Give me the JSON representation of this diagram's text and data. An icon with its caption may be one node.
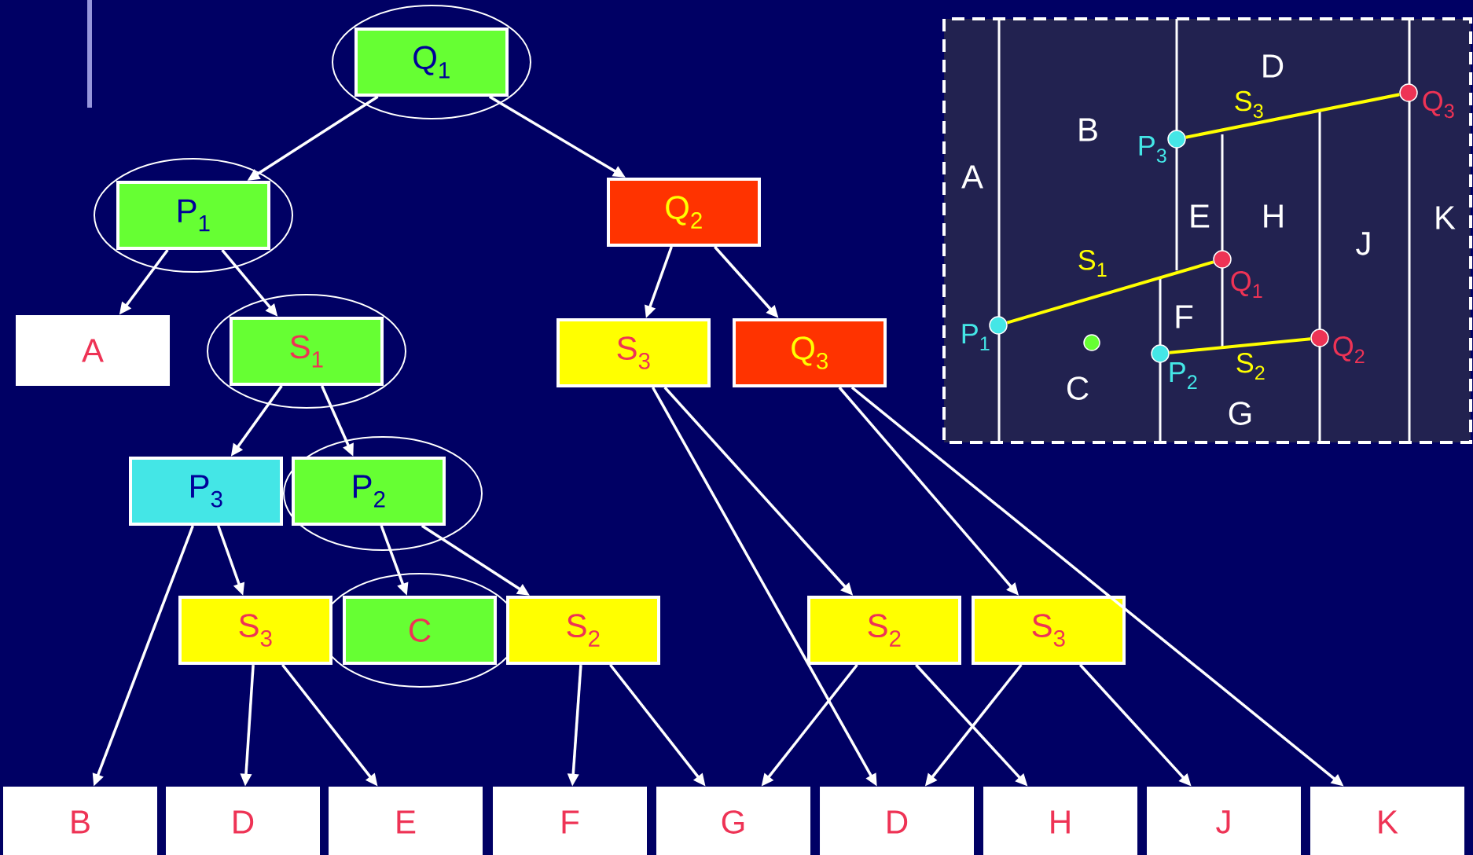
{
  "diagram": {
    "nodes": [
      {
        "text": [
          "Q$_{1}$"
        ]
      },
      {
        "text": [
          "P$_{1}$"
        ]
      },
      {
        "text": [
          "Q$_{2}$"
        ]
      },
      {
        "text": [
          "A"
        ]
      },
      {
        "text": [
          "S$_{1}$"
        ]
      },
      {
        "text": [
          "S$_{3}$"
        ]
      },
      {
        "text": [
          "Q$_{3}$"
        ]
      },
      {
        "text": [
          "P$_{3}$"
        ]
      },
      {
        "text": [
          "P$_{2}$"
        ]
      },
      {
        "text": [
          "S$_{3}$"
        ]
      },
      {
        "text": [
          "C"
        ]
      },
      {
        "text": [
          "S$_{2}$"
        ]
      },
      {
        "text": [
          "S$_{2}$"
        ]
      },
      {
        "text": [
          "S$_{3}$"
        ]
      },
      {
        "text": [
          "B"
        ]
      },
      {
        "text": [
          "D"
        ]
      },
      {
        "text": [
          "E"
        ]
      },
      {
        "text": [
          "F"
        ]
      },
      {
        "text": [
          "G"
        ]
      },
      {
        "text": [
          "D"
        ]
      },
      {
        "text": [
          "H"
        ]
      },
      {
        "text": [
          "J"
        ]
      },
      {
        "text": [
          "K"
        ]
      },
      {
        "text": [],
        "shape": "circle",
        "beside": [
          "Q$_{3}$"
        ]
      },
      {
        "text": [],
        "shape": "circle",
        "beside": [
          "P$_{3}$"
        ]
      },
      {
        "text": [],
        "shape": "circle",
        "beside": [
          "Q$_{1}$"
        ]
      },
      {
        "text": [],
        "shape": "circle",
        "beside": [
          "P$_{1}$"
        ]
      },
      {
        "text": [],
        "shape": "circle",
        "beside": [
          "Q$_{2}$"
        ]
      },
      {
        "text": [],
        "shape": "circle",
        "beside": [
          "P$_{2}$"
        ]
      }
    ],
    "edges": [
      {
        "from": 0,
        "to": 1,
        "arrow": "to"
      },
      {
        "from": 0,
        "to": 2,
        "arrow": "to"
      },
      {
        "from": 1,
        "to": 3,
        "arrow": "to"
      },
      {
        "from": 1,
        "to": 4,
        "arrow": "to"
      },
      {
        "from": 2,
        "to": 5,
        "arrow": "to"
      },
      {
        "from": 2,
        "to": 6,
        "arrow": "to"
      },
      {
        "from": 4,
        "to": 7,
        "arrow": "to"
      },
      {
        "from": 4,
        "to": 8,
        "arrow": "to"
      },
      {
        "from": 7,
        "to": 14,
        "arrow": "to"
      },
      {
        "from": 7,
        "to": 9,
        "arrow": "to"
      },
      {
        "from": 8,
        "to": 10,
        "arrow": "to"
      },
      {
        "from": 8,
        "to": 11,
        "arrow": "to"
      },
      {
        "from": 9,
        "to": 15,
        "arrow": "to"
      },
      {
        "from": 9,
        "to": 16,
        "arrow": "to"
      },
      {
        "from": 11,
        "to": 17,
        "arrow": "to"
      },
      {
        "from": 11,
        "to": 18,
        "arrow": "to"
      },
      {
        "from": 5,
        "to": 19,
        "arrow": "to"
      },
      {
        "from": 5,
        "to": 12,
        "arrow": "to"
      },
      {
        "from": 6,
        "to": 13,
        "arrow": "to"
      },
      {
        "from": 6,
        "to": 22,
        "arrow": "to"
      },
      {
        "from": 12,
        "to": 18,
        "arrow": "to"
      },
      {
        "from": 12,
        "to": 20,
        "arrow": "to"
      },
      {
        "from": 13,
        "to": 19,
        "arrow": "to"
      },
      {
        "from": 13,
        "to": 21,
        "arrow": "to"
      },
      {
        "from": 24,
        "to": 23,
        "arrow": "none",
        "label": "S$_{3}$",
        "color": "#ffff00"
      },
      {
        "from": 26,
        "to": 25,
        "arrow": "none",
        "label": "S$_{1}$",
        "color": "#ffff00"
      },
      {
        "from": 28,
        "to": 27,
        "arrow": "none",
        "label": "S$_{2}$",
        "color": "#ffff00"
      }
    ],
    "labels": [
      "D",
      "B",
      "A",
      "E",
      "H",
      "K",
      "J",
      "F",
      "C",
      "G"
    ]
  }
}
